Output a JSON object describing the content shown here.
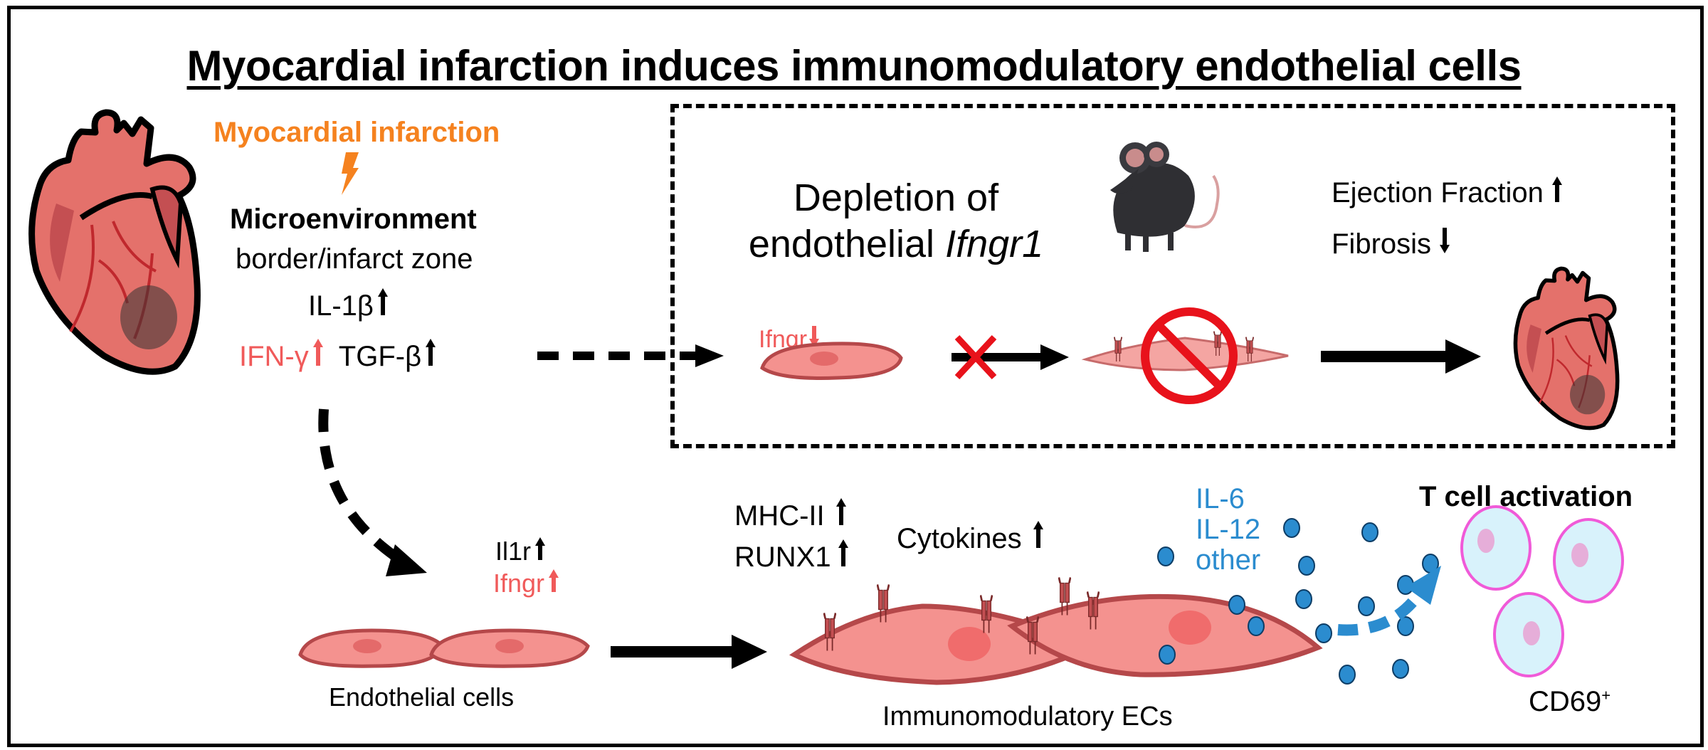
{
  "title": "Myocardial infarction induces immunomodulatory endothelial cells",
  "left": {
    "trigger": "Myocardial infarction",
    "microenvironment": "Microenvironment",
    "zone": "border/infarct zone",
    "il1b": "IL-1β",
    "ifng": "IFN-γ",
    "tgfb": "TGF-β"
  },
  "box": {
    "depletion_line1": "Depletion of",
    "depletion_line2_prefix": "endothelial ",
    "depletion_gene": "Ifngr1",
    "ifngr_down": "Ifngr",
    "ejection_fraction": "Ejection Fraction",
    "fibrosis": "Fibrosis"
  },
  "bottom": {
    "il1r": "Il1r",
    "ifngr_up": "Ifngr",
    "endothelial_label": "Endothelial cells",
    "mhc": "MHC-II",
    "runx1": "RUNX1",
    "cytokines": "Cytokines",
    "cytokine_list": [
      "IL-6",
      "IL-12",
      "other"
    ],
    "immuno_label": "Immunomodulatory ECs",
    "tcell_title": "T cell activation",
    "cd69": "CD69",
    "cd69_sup": "+"
  },
  "icons": [
    "heart-icon",
    "lightning-icon",
    "mouse-icon",
    "prohibited-icon",
    "cross-icon",
    "up-arrow-icon",
    "down-arrow-icon",
    "receptor-icon",
    "t-cell-icon"
  ],
  "colors": {
    "orange": "#f5821f",
    "red": "#f05a5a",
    "blue": "#2b8ccf",
    "cell": "#f4928f",
    "cell_outline": "#b5484a",
    "tcell": "#d8f2fb",
    "tcell_outline": "#f05ad8",
    "prohibit": "#e8121b"
  }
}
